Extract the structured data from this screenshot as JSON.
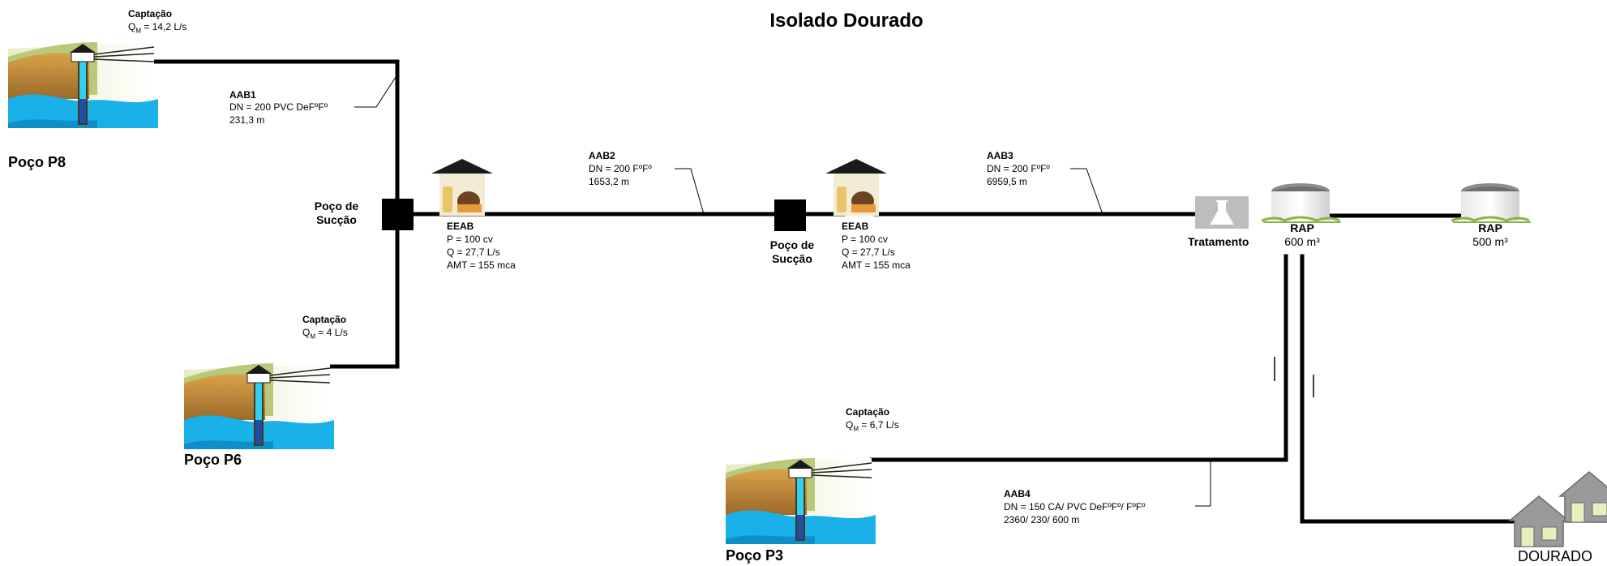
{
  "title": "Isolado Dourado",
  "wells": [
    {
      "name": "Poço P8",
      "captacao_label": "Captação",
      "flow_prefix": "Q",
      "flow_sub": "M",
      "flow_value": " = 14,2 L/s"
    },
    {
      "name": "Poço P6",
      "captacao_label": "Captação",
      "flow_prefix": "Q",
      "flow_sub": "M",
      "flow_value": " = 4 L/s"
    },
    {
      "name": "Poço P3",
      "captacao_label": "Captação",
      "flow_prefix": "Q",
      "flow_sub": "M",
      "flow_value": " = 6,7 L/s"
    }
  ],
  "pipes": [
    {
      "name": "AAB1",
      "dn": "DN = 200 PVC DeFºFº",
      "length": "231,3 m"
    },
    {
      "name": "AAB2",
      "dn": "DN = 200 FºFº",
      "length": "1653,2 m"
    },
    {
      "name": "AAB3",
      "dn": "DN = 200 FºFº",
      "length": "6959,5 m"
    },
    {
      "name": "AAB4",
      "dn": "DN = 150 CA/ PVC DeFºFº/ FºFº",
      "length": "2360/ 230/ 600 m"
    }
  ],
  "suction_wells": [
    {
      "line1": "Poço de",
      "line2": "Sucção"
    },
    {
      "line1": "Poço de",
      "line2": "Sucção"
    }
  ],
  "pump_stations": [
    {
      "name": "EEAB",
      "power": "P = 100 cv",
      "flow": "Q = 27,7 L/s",
      "head": "AMT = 155 mca"
    },
    {
      "name": "EEAB",
      "power": "P = 100 cv",
      "flow": "Q = 27,7 L/s",
      "head": "AMT = 155 mca"
    }
  ],
  "treatment": {
    "label": "Tratamento"
  },
  "reservoirs": [
    {
      "name": "RAP",
      "volume": "600 m³"
    },
    {
      "name": "RAP",
      "volume": "500 m³"
    }
  ],
  "city": {
    "label": "DOURADO"
  },
  "colors": {
    "pipe": "#000000",
    "water": "#1ab0e8",
    "soil": "#c8862e",
    "casing": "#2fb8e0",
    "grass": "#9cc04a"
  }
}
